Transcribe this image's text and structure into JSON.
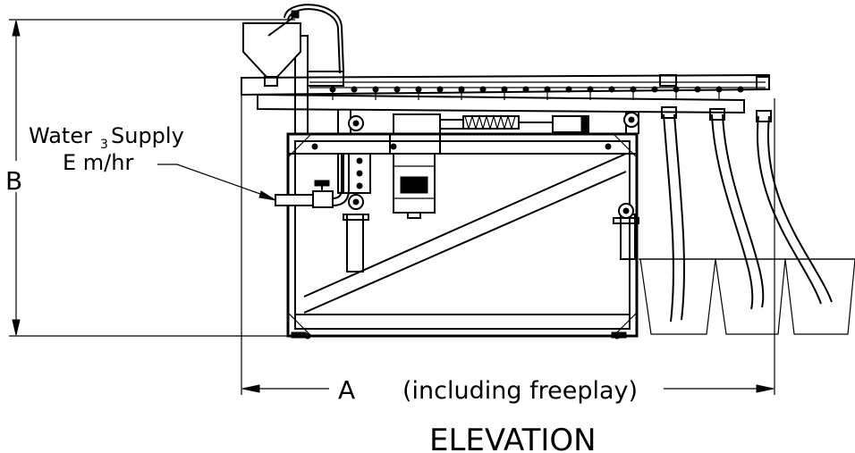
{
  "labels": {
    "water_line1": "Water",
    "water_sup": "3",
    "water_line1b": "Supply",
    "water_line2": "E m/hr",
    "dim_b": "B",
    "dim_a": "A",
    "dim_a_note": "(including freeplay)",
    "view_title": "ELEVATION"
  }
}
